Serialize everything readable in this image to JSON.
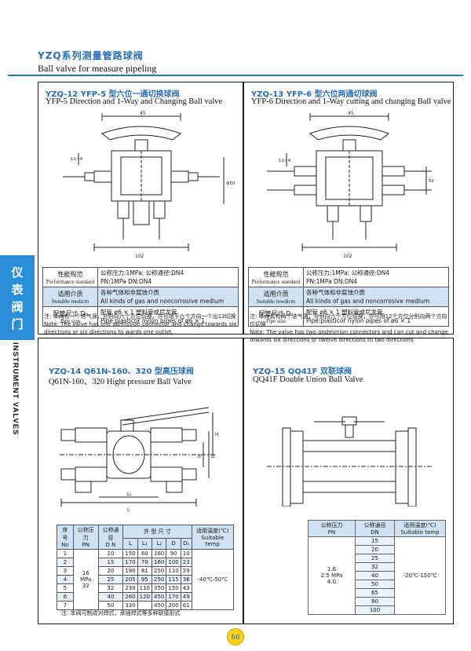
{
  "header": {
    "title_cn": "YZQ系列测量管路球阀",
    "title_en": "Ball valve for measure pipeling"
  },
  "side_tab": {
    "text_cn": [
      "仪",
      "表",
      "阀",
      "门"
    ],
    "text_en": "INSTRUMENT VALVES"
  },
  "sections": {
    "yzq12": {
      "title_cn": "YZQ-12 YFP-5 型六位一通切换球阀",
      "title_en": "YFP-5 Direction and 1-Way and Changing Ball valve",
      "dims": {
        "top": "45",
        "bottom": "102",
        "left": "11~4",
        "right": "Φ50"
      },
      "spec": {
        "perf_cn": "性能规范",
        "perf_en": "Performance standard",
        "perf_val_1": "公称压力:1MPa; 公称通径:DN4",
        "perf_val_2": "PN:1MPa DN:DN4",
        "media_cn": "适用介质",
        "media_en": "Suitable medicm",
        "media_val_1": "各种气体和非腐蚀介质",
        "media_val_2": "All kinds of gas and noncorrosive medium",
        "pipe_cn": "配管尺寸 D₀",
        "pipe_en": "Pipe size",
        "pipe_val_1": "配管 ø6 × 1 塑料管或尼龙管",
        "pipe_val_2": "Pipe:piasticor nylon pipes of ø6 × 1"
      },
      "note_cn": "注: 本阀有一个进气源，分别向六个方位切换，亦可用于六个方向一个出13切换",
      "note_en": "Note: The valve has one admission connector and change towards six directions or six directions to wards one outlet."
    },
    "yzq13": {
      "title_cn": "YZQ-13 YFP-6 型六位两通切球阀",
      "title_en": "YFP-6 Direction and 1-Way cutting and changing Ball valve",
      "dims": {
        "top": "45",
        "bottom": "102",
        "left": "11~4",
        "right": "52"
      },
      "spec": {
        "perf_cn": "性能规范",
        "perf_en": "Performance standard",
        "perf_val_1": "公称压力:1MPa; 公称通径:DN4",
        "perf_val_2": "PN:1MPa DN:DN4",
        "media_cn": "适用介质",
        "media_en": "Suitable mwdicm",
        "media_val_1": "各种气体和非腐蚀介质",
        "media_val_2": "All kinds of gas and noncorrosive medium",
        "pipe_cn": "配管尺寸 D₀",
        "pipe_en": "Pipe size",
        "pipe_val_1": "配管 ø6 × 1 塑料管或尼龙管",
        "pipe_val_2": "Pipe:piasticor nylon pipes of ø6 × 1"
      },
      "note_cn": "注: 本阀具有两个进气源，分别向六个方位切换，亦可用12个方位分别向两个方向位切换",
      "note_en": "Note: The valve has two andmirrion connectors and can cut and change towards six directions or twelve directions to two directions"
    },
    "yzq14": {
      "title_cn": "YZQ-14 Q61N-160、320 型高压球阀",
      "title_en": "Q61N-160、320 Hight pressure Ball Valve",
      "dims": {
        "h": "H",
        "d": "D",
        "d1": "d",
        "l1": "L₁",
        "l": "L"
      },
      "table_head": {
        "no_cn": "序 号",
        "no_en": "No",
        "pn_cn": "公称压力",
        "pn_en": "PN",
        "dn_cn": "公称通径",
        "dn_en": "D N",
        "outer_cn": "外 型 尺 寸",
        "cols": [
          "L",
          "L₁",
          "L₂",
          "D",
          "D₁"
        ],
        "temp_cn": "适用温度(℃)",
        "temp_en": "Suitable temp"
      },
      "pressure": "16",
      "pressure_2": "32",
      "pressure_unit": "MPa",
      "temp": "-40℃-50℃",
      "rows": [
        {
          "no": "1",
          "dn": "10",
          "l": "150",
          "l1": "60",
          "l2": "160",
          "d": "90",
          "d1": "10"
        },
        {
          "no": "2",
          "dn": "15",
          "l": "170",
          "l1": "70",
          "l2": "160",
          "d": "100",
          "d1": "23"
        },
        {
          "no": "3",
          "dn": "20",
          "l": "190",
          "l1": "81",
          "l2": "250",
          "d": "110",
          "d1": "29"
        },
        {
          "no": "4",
          "dn": "25",
          "l": "205",
          "l1": "95",
          "l2": "250",
          "d": "115",
          "d1": "36"
        },
        {
          "no": "5",
          "dn": "32",
          "l": "230",
          "l1": "110",
          "l2": "350",
          "d": "150",
          "d1": "43"
        },
        {
          "no": "6",
          "dn": "40",
          "l": "260",
          "l1": "120",
          "l2": "450",
          "d": "170",
          "d1": "49"
        },
        {
          "no": "7",
          "dn": "50",
          "l": "330",
          "l1": "",
          "l2": "450",
          "d": "200",
          "d1": "61"
        }
      ],
      "note": "注: 本阀可制成对焊式，承插焊式等多种联接形式"
    },
    "yzq15": {
      "title_cn": "YZQ-15 QQ41F 双联球阀",
      "title_en": "QQ41F Double Union Ball Valve",
      "table_head": {
        "pn_cn": "公称压力",
        "pn_en": "PN",
        "dn_cn": "公称通径",
        "dn_en": "DN",
        "temp_cn": "适用温度(℃)",
        "temp_en": "Suitable temp"
      },
      "pressure_1": "1.6",
      "pressure_2": "2.5 MPa",
      "pressure_3": "4.0",
      "temp": "-20℃-150℃",
      "dn_values": [
        "15",
        "20",
        "25",
        "32",
        "40",
        "50",
        "65",
        "80",
        "100"
      ]
    }
  },
  "page_number": "66",
  "colors": {
    "accent": "#2a6fb3",
    "band": "#cfe2f3",
    "tab": "#2a8fd6",
    "badge": "#ffd21a"
  }
}
